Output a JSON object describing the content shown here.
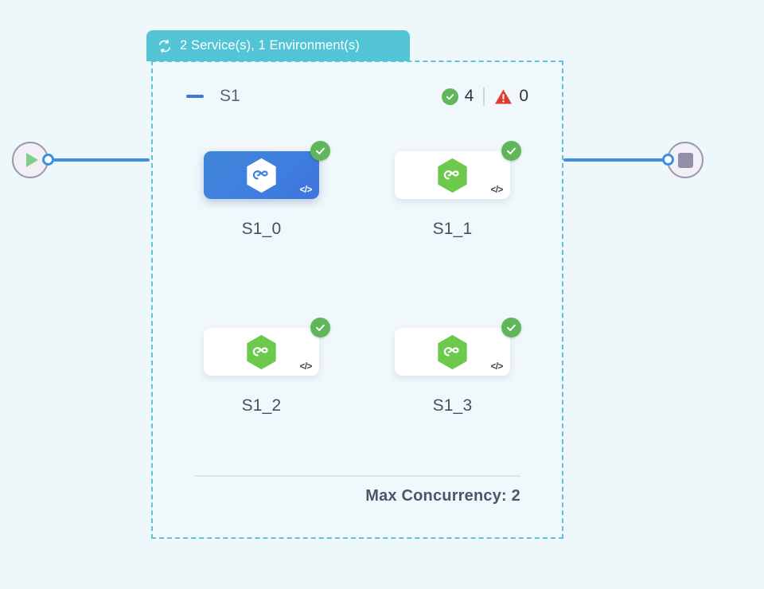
{
  "canvas": {
    "background_color": "#eef7fa",
    "connector_color": "#3d8fe0"
  },
  "start_node": {
    "icon": "play-icon",
    "icon_color": "#7ed08a",
    "port": "output-port"
  },
  "stop_node": {
    "icon": "stop-icon",
    "icon_color": "#8f8fa6",
    "port": "input-port"
  },
  "group": {
    "header": {
      "icon": "loop-refresh-icon",
      "label": "2 Service(s), 1 Environment(s)",
      "background_color": "#52c4d5",
      "text_color": "#ffffff"
    },
    "border_color": "#5ec4d6",
    "collapse_toggle": {
      "icon": "minus-collapse-icon",
      "color": "#3d78d8"
    },
    "name": "S1",
    "status": {
      "success": {
        "icon": "check-circle-icon",
        "color": "#62b65a",
        "count": "4"
      },
      "error": {
        "icon": "warning-triangle-icon",
        "color": "#e03b2f",
        "count": "0"
      }
    },
    "footer": {
      "max_concurrency_label": "Max Concurrency: 2"
    }
  },
  "services": [
    {
      "label": "S1_0",
      "selected": true,
      "hex_color": "#ffffff",
      "status_icon": "check-circle-icon",
      "code_icon": "code-brackets-icon",
      "code_glyph": "</>"
    },
    {
      "label": "S1_1",
      "selected": false,
      "hex_color": "#6dc94b",
      "status_icon": "check-circle-icon",
      "code_icon": "code-brackets-icon",
      "code_glyph": "</>"
    },
    {
      "label": "S1_2",
      "selected": false,
      "hex_color": "#6dc94b",
      "status_icon": "check-circle-icon",
      "code_icon": "code-brackets-icon",
      "code_glyph": "</>"
    },
    {
      "label": "S1_3",
      "selected": false,
      "hex_color": "#6dc94b",
      "status_icon": "check-circle-icon",
      "code_icon": "code-brackets-icon",
      "code_glyph": "</>"
    }
  ]
}
